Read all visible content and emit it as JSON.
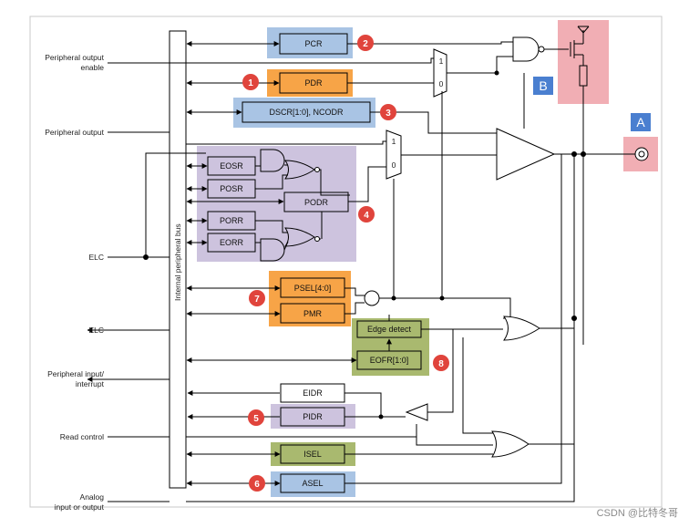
{
  "signals": {
    "peripheral_output_enable_1": "Peripheral output",
    "peripheral_output_enable_2": "enable",
    "peripheral_output": "Peripheral output",
    "elc_in": "ELC",
    "elc_out": "ELC",
    "peripheral_input_1": "Peripheral input/",
    "peripheral_input_2": "interrupt",
    "read_control": "Read control",
    "analog_1": "Analog",
    "analog_2": "input or output"
  },
  "bus": {
    "label": "Internal peripheral bus"
  },
  "registers": {
    "pcr": "PCR",
    "pdr": "PDR",
    "dscr": "DSCR[1:0], NCODR",
    "eosr": "EOSR",
    "posr": "POSR",
    "podr": "PODR",
    "porr": "PORR",
    "eorr": "EORR",
    "psel": "PSEL[4:0]",
    "pmr": "PMR",
    "edge_detect": "Edge detect",
    "eofr": "EOFR[1:0]",
    "eidr": "EIDR",
    "pidr": "PIDR",
    "isel": "ISEL",
    "asel": "ASEL"
  },
  "mux_labels": {
    "one": "1",
    "zero": "0"
  },
  "callouts": [
    "1",
    "2",
    "3",
    "4",
    "5",
    "6",
    "7",
    "8"
  ],
  "markers": {
    "a": "A",
    "b": "B"
  },
  "watermark": "CSDN @比特冬哥",
  "colors": {
    "blue_region": "#a9c4e4",
    "orange_region": "#f7a447",
    "purple_region": "#cdc3de",
    "green_region": "#a9b96f",
    "pink_region": "#f1aeb4",
    "callout_red": "#e0443c",
    "marker_blue": "#4a7fd0"
  }
}
